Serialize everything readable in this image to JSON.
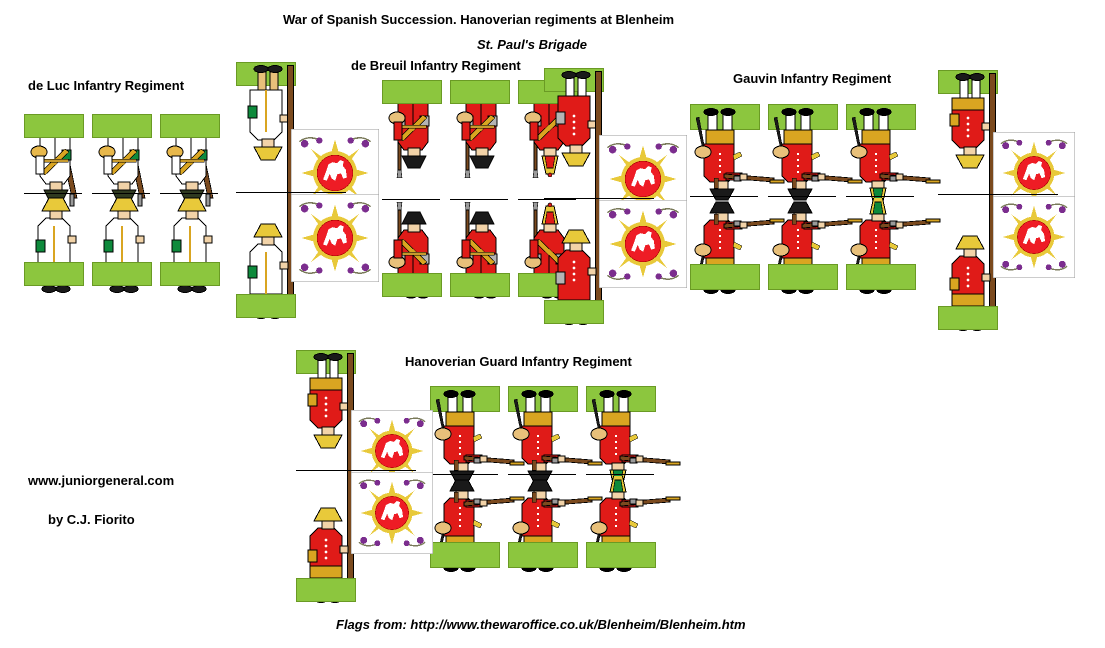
{
  "page": {
    "title": "War of Spanish Succession. Hanoverian regiments at Blenheim",
    "subtitle": "St. Paul's Brigade",
    "website": "www.juniorgeneral.com",
    "author": "by C.J. Fiorito",
    "footer": "Flags from: http://www.thewaroffice.co.uk/Blenheim/Blenheim.htm"
  },
  "colors": {
    "base_green": "#8CC63E",
    "coat_red": "#E01B18",
    "coat_white": "#FFFFFF",
    "facing_green": "#0E8A3C",
    "facing_grey": "#B4B4B4",
    "facing_yellow": "#D9A521",
    "flag_green": "#3B6B1E",
    "flag_grey": "#9D9D9D",
    "flag_white": "#FFFFFF",
    "sun_red": "#EE1C25",
    "sun_flame": "#E8C93A",
    "horse_white": "#FFFFFF",
    "skin": "#F2D3A8",
    "musket_brown": "#7B4A1E",
    "metal_grey": "#A6A6A6",
    "hat_black": "#000000",
    "text_black": "#000000"
  },
  "regiments": [
    {
      "id": "de-luc",
      "name": "de Luc Infantry Regiment",
      "coat": "white",
      "facing": "green",
      "pose": "shoulder-arms",
      "flag_field": "dark-green",
      "flag_device": "white horse on red sun",
      "rank_count": 3,
      "has_flag_bearer": true,
      "has_officer": true
    },
    {
      "id": "de-breuil",
      "name": "de Breuil Infantry Regiment",
      "coat": "red",
      "facing": "grey",
      "pose": "shoulder-arms",
      "flag_field": "grey",
      "flag_device": "white horse on red sun",
      "rank_count": 3,
      "has_flag_bearer": true,
      "has_officer": true
    },
    {
      "id": "gauvin",
      "name": "Gauvin Infantry Regiment",
      "coat": "red",
      "facing": "yellow",
      "pose": "firing",
      "flag_field": "white",
      "flag_device": "white horse on red sun",
      "rank_count": 3,
      "has_flag_bearer": true,
      "has_officer": true
    },
    {
      "id": "hanoverian-guard",
      "name": "Hanoverian Guard Infantry Regiment",
      "coat": "red",
      "facing": "yellow",
      "pose": "firing",
      "flag_field": "white",
      "flag_device": "white horse on red sun",
      "rank_count": 3,
      "has_flag_bearer": true,
      "has_officer": true
    }
  ],
  "labels": {
    "de_luc": "de Luc Infantry Regiment",
    "de_breuil": "de Breuil Infantry Regiment",
    "gauvin": "Gauvin Infantry Regiment",
    "guard": "Hanoverian Guard Infantry Regiment"
  }
}
